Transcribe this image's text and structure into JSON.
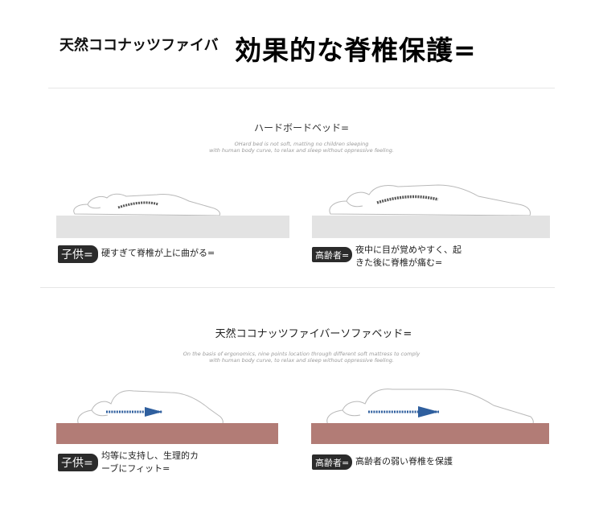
{
  "header": {
    "prefix": "天然ココナッツファイバ",
    "headline": "効果的な脊椎保護="
  },
  "sections": [
    {
      "heading": "ハードボードベッド=",
      "sub_lines": [
        "OHard bed is not soft, matting no children sleeping",
        "with human body curve, to relax and sleep without oppressive feeling."
      ],
      "panels": [
        {
          "tag": "子供=",
          "caption_lines": [
            "硬すぎて脊椎が上に曲がる="
          ]
        },
        {
          "tag": "高齢者=",
          "caption_lines": [
            "夜中に目が覚めやすく、起",
            "きた後に脊椎が痛む="
          ]
        }
      ],
      "colors": {
        "mattress": "#e3e3e3",
        "spine": "#555555"
      }
    },
    {
      "heading": "天然ココナッツファイバーソファベッド=",
      "sub_lines": [
        "On the basis of ergonomics, nine points location through different soft mattress to comply",
        "with human body curve, to relax and sleep without oppressive feeling."
      ],
      "panels": [
        {
          "tag": "子供=",
          "caption_lines": [
            "均等に支持し、生理的カ",
            "ーブにフィット="
          ]
        },
        {
          "tag": "高齢者=",
          "caption_lines": [
            "高齢者の弱い脊椎を保護"
          ]
        }
      ],
      "colors": {
        "mattress": "#b27c76",
        "spine": "#2f5f9e"
      }
    }
  ]
}
